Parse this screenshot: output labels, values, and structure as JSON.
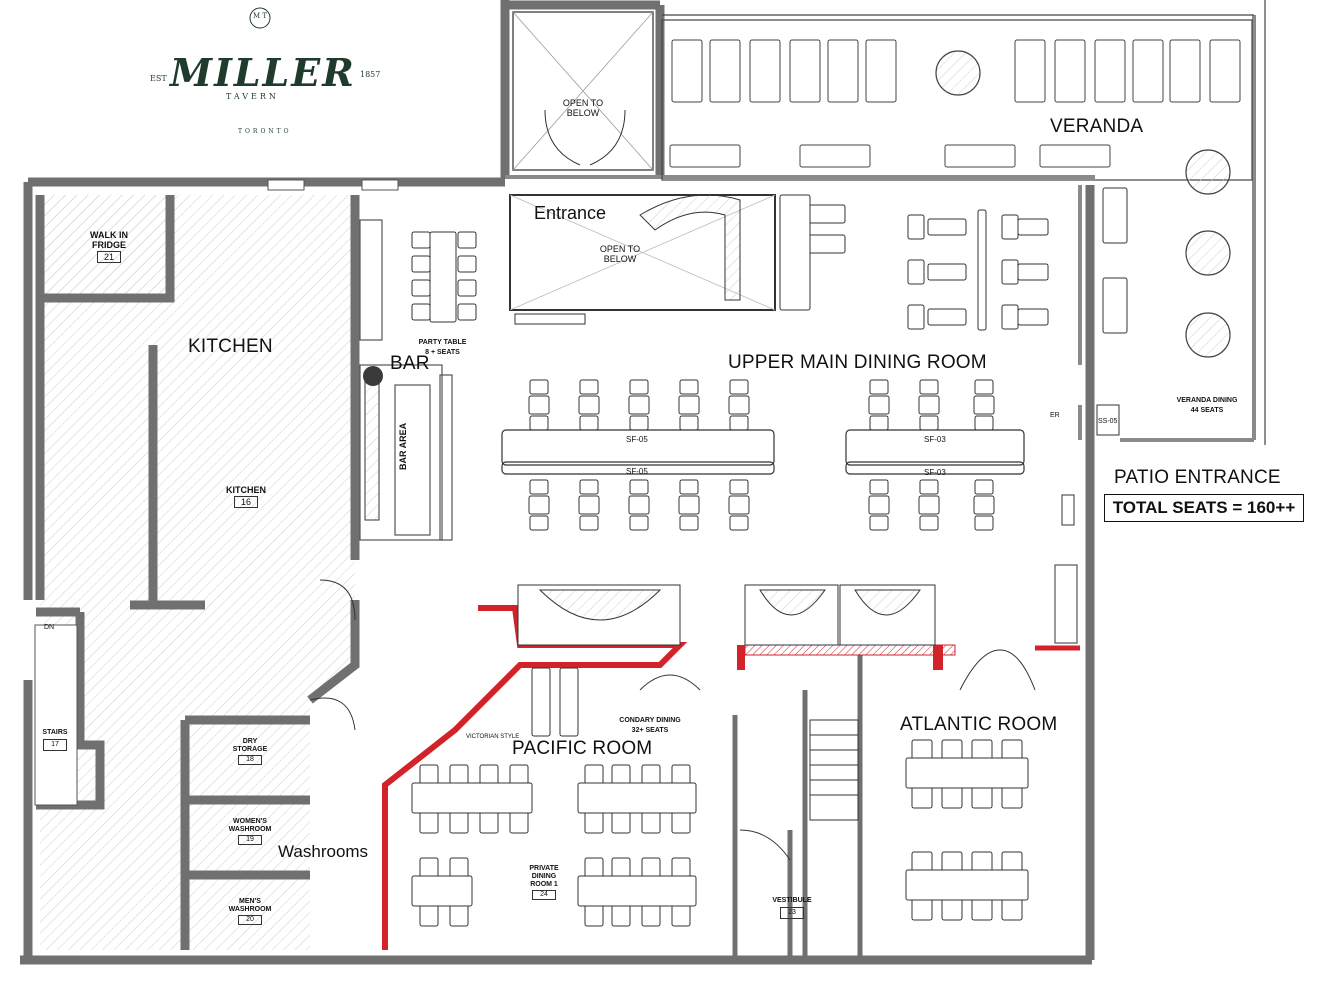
{
  "brand": {
    "name": "MILLER",
    "sub": "TAVERN",
    "est_left": "EST",
    "est_right": "1857",
    "city": "TORONTO",
    "monogram": "M T"
  },
  "rooms": {
    "kitchen_title": "KITCHEN",
    "kitchen_tag": "KITCHEN",
    "kitchen_num": "16",
    "walk_in": "WALK IN FRIDGE",
    "walk_in_num": "21",
    "bar": "BAR",
    "bar_area": "BAR AREA",
    "party_table": "PARTY TABLE",
    "party_seats": "8 + SEATS",
    "entrance": "Entrance",
    "open_below_1": "OPEN TO BELOW",
    "open_below_2": "OPEN TO BELOW",
    "upper_main": "UPPER MAIN DINING ROOM",
    "veranda": "VERANDA",
    "veranda_dining": "VERANDA DINING",
    "veranda_seats": "44 SEATS",
    "patio": "PATIO ENTRANCE",
    "total": "TOTAL SEATS = 160++",
    "pacific": "PACIFIC ROOM",
    "secondary": "CONDARY DINING",
    "secondary_seats": "32+ SEATS",
    "victorian": "VICTORIAN STYLE",
    "private": "PRIVATE DINING ROOM 1",
    "private_num": "24",
    "atlantic": "ATLANTIC ROOM",
    "stairs": "STAIRS",
    "stairs_num": "17",
    "dry": "DRY STORAGE",
    "dry_num": "18",
    "women": "WOMEN'S WASHROOM",
    "women_num": "19",
    "men": "MEN'S WASHROOM",
    "men_num": "20",
    "washrooms": "Washrooms",
    "vestibule": "VESTIBULE",
    "vestibule_num": "23",
    "er": "ER",
    "ss05": "SS-05",
    "dn": "DN",
    "sf05a": "SF-05",
    "sf05b": "SF-05",
    "sf03a": "SF-03",
    "sf03b": "SF-03"
  },
  "colors": {
    "wall": "#707070",
    "wall_dark": "#4a4a4a",
    "red": "#d2232a",
    "brand": "#1f3b2c",
    "hatch": "#bdbdbd"
  }
}
